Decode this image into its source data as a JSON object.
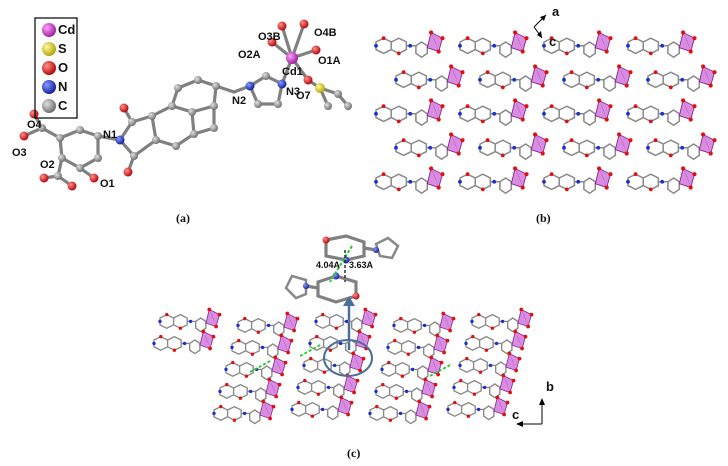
{
  "legend": [
    {
      "symbol": "Cd",
      "color": "#d43fd0"
    },
    {
      "symbol": "S",
      "color": "#f0e020"
    },
    {
      "symbol": "O",
      "color": "#e01010"
    },
    {
      "symbol": "N",
      "color": "#1a2fd0"
    },
    {
      "symbol": "C",
      "color": "#8c8c8c"
    }
  ],
  "atom_labels": [
    "O4",
    "N1",
    "O3",
    "O2",
    "O1",
    "N2",
    "N3",
    "Cd1",
    "O3B",
    "O4B",
    "O2A",
    "O1A",
    "O7"
  ],
  "panels": {
    "a": "(a)",
    "b": "(b)",
    "c": "(c)"
  },
  "axes_b": {
    "a": "a",
    "c": "c"
  },
  "axes_c": {
    "b": "b",
    "c": "c"
  },
  "distances": [
    "4.04A",
    "3.63A"
  ]
}
